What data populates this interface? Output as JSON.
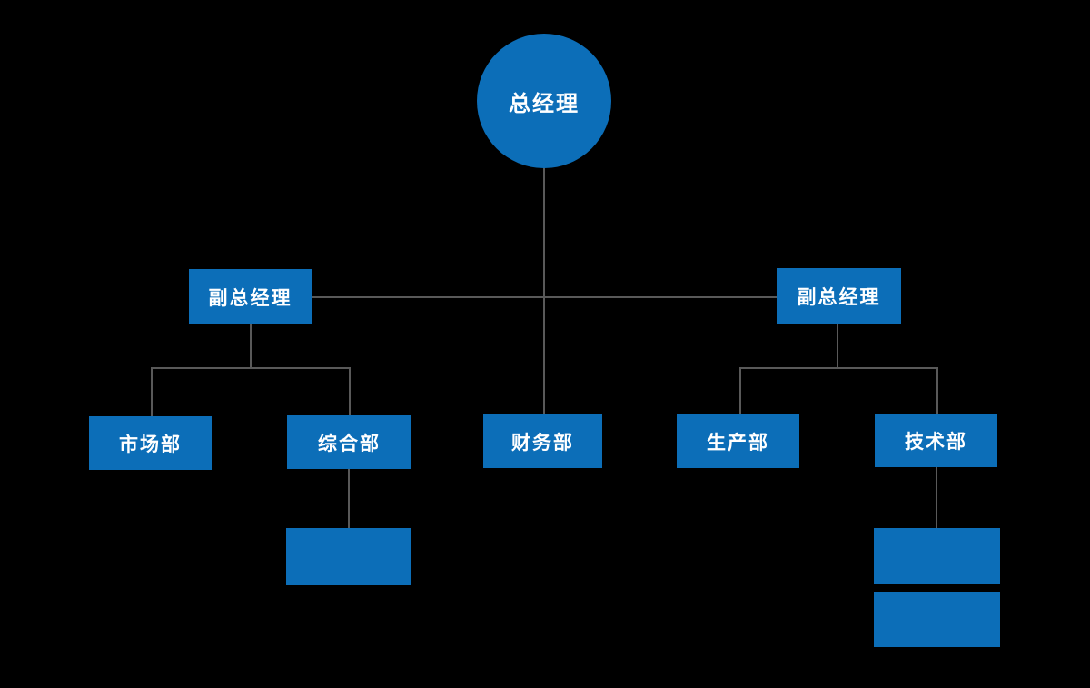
{
  "colors": {
    "background": "#000000",
    "node_fill": "#0c6eb8",
    "node_text": "#ffffff",
    "connector": "#595959"
  },
  "org_chart": {
    "type": "organization-chart",
    "root": {
      "label": "总经理"
    },
    "deputies": [
      {
        "label": "副总经理"
      },
      {
        "label": "副总经理"
      }
    ],
    "departments": [
      {
        "label": "市场部"
      },
      {
        "label": "综合部"
      },
      {
        "label": "财务部"
      },
      {
        "label": "生产部"
      },
      {
        "label": "技术部"
      }
    ],
    "unlabeled_node_count": 3
  }
}
